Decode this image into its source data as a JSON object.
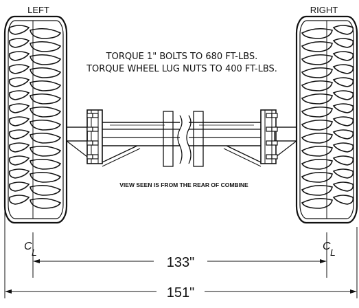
{
  "labels": {
    "left": "LEFT",
    "right": "RIGHT",
    "torque_line1": "TORQUE 1\" BOLTS TO 680 FT-LBS.",
    "torque_line2": "TORQUE WHEEL LUG NUTS TO 400 FT-LBS.",
    "view_note": "VIEW SEEN IS FROM THE REAR OF COMBINE",
    "centerline_left": "CL",
    "centerline_right": "CL"
  },
  "dimensions": {
    "inner": "133\"",
    "outer": "151\""
  }
}
